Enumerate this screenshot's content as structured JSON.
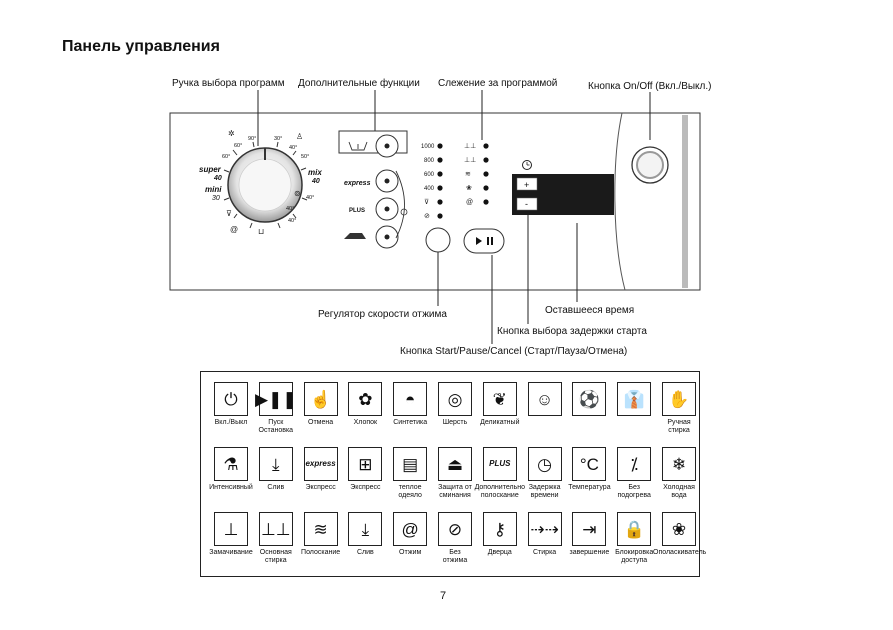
{
  "page_title": "Панель управления",
  "callouts": {
    "program_knob": "Ручка выбора программ",
    "extra_functions": "Дополнительные функции",
    "program_tracking": "Слежение за программой",
    "onoff_button": "Кнопка On/Off (Вкл./Выкл.)",
    "spin_regulator": "Регулятор скорости отжима",
    "remaining_time": "Оставшееся время",
    "delay_button": "Кнопка выбора задержки старта",
    "start_button": "Кнопка Start/Pause/Cancel (Старт/Пауза/Отмена)"
  },
  "dial": {
    "temps": [
      "60°",
      "90°",
      "30°",
      "40°",
      "50°",
      "60°",
      "40°",
      "40°",
      "40°"
    ],
    "super": "super",
    "super_temp": "40",
    "mini": "mini",
    "mini_temp": "30",
    "mix": "mix",
    "mix_temp": "40"
  },
  "express_label": "express",
  "plus_label": "PLUS",
  "spin_speeds": [
    "1000",
    "800",
    "600",
    "400"
  ],
  "display": {
    "plus": "+",
    "minus": "-"
  },
  "legend": {
    "rows": [
      [
        {
          "label": "Вкл./Выкл",
          "icon": "power-icon",
          "glyph": "⏻"
        },
        {
          "label": "Пуск\nОстановка",
          "icon": "play-pause-icon",
          "glyph": "▶❚❚"
        },
        {
          "label": "Отмена",
          "icon": "hand-icon",
          "glyph": "☝"
        },
        {
          "label": "Хлопок",
          "icon": "cotton-flower-icon",
          "glyph": "✿"
        },
        {
          "label": "Синтетика",
          "icon": "synthetics-bag-icon",
          "glyph": "◓"
        },
        {
          "label": "Шерсть",
          "icon": "wool-ball-icon",
          "glyph": "◎"
        },
        {
          "label": "Деликатный",
          "icon": "feather-icon",
          "glyph": "❦"
        },
        {
          "label": "",
          "icon": "baby-icon",
          "glyph": "☺"
        },
        {
          "label": "",
          "icon": "sport-shirt-icon",
          "glyph": "⚽"
        },
        {
          "label": "",
          "icon": "shirt-icon",
          "glyph": "👔"
        },
        {
          "label": "Ручная\nстирка",
          "icon": "hand-wash-icon",
          "glyph": "✋"
        }
      ],
      [
        {
          "label": "Интенсивный",
          "icon": "intensive-wash-icon",
          "glyph": "⚗"
        },
        {
          "label": "Слив",
          "icon": "drain-icon",
          "glyph": "⤓"
        },
        {
          "label": "Экспресс",
          "icon": "express-icon",
          "glyph": "express"
        },
        {
          "label": "Экспресс",
          "icon": "express-shirt-icon",
          "glyph": "⊞"
        },
        {
          "label": "теплое\nодеяло",
          "icon": "blanket-icon",
          "glyph": "▤"
        },
        {
          "label": "Защита от\nсминания",
          "icon": "iron-icon",
          "glyph": "⏏"
        },
        {
          "label": "Дополнительно\nполоскание",
          "icon": "plus-rinse-icon",
          "glyph": "PLUS"
        },
        {
          "label": "Задержка\nвремени",
          "icon": "clock-icon",
          "glyph": "◷"
        },
        {
          "label": "Температура",
          "icon": "celsius-icon",
          "glyph": "°C"
        },
        {
          "label": "Без\nподогрева",
          "icon": "no-heating-icon",
          "glyph": "⁒"
        },
        {
          "label": "Холодная\nвода",
          "icon": "snowflake-icon",
          "glyph": "❄"
        }
      ],
      [
        {
          "label": "Замачивание",
          "icon": "soak-icon",
          "glyph": "⊥"
        },
        {
          "label": "Основная\nстирка",
          "icon": "main-wash-icon",
          "glyph": "⊥⊥"
        },
        {
          "label": "Полоскание",
          "icon": "rinse-icon",
          "glyph": "≋"
        },
        {
          "label": "Слив",
          "icon": "drain-basin-icon",
          "glyph": "⤓"
        },
        {
          "label": "Отжим",
          "icon": "spin-icon",
          "glyph": "@"
        },
        {
          "label": "Без\nотжима",
          "icon": "no-spin-icon",
          "glyph": "⊘"
        },
        {
          "label": "Дверца",
          "icon": "key-icon",
          "glyph": "⚷"
        },
        {
          "label": "Стирка",
          "icon": "wash-stages-icon",
          "glyph": "⇢⇢"
        },
        {
          "label": "завершение",
          "icon": "end-icon",
          "glyph": "⇥"
        },
        {
          "label": "Блокировка\nдоступа",
          "icon": "lock-icon",
          "glyph": "🔒"
        },
        {
          "label": "Ополаскиватель",
          "icon": "softener-flower-icon",
          "glyph": "❀"
        }
      ]
    ]
  },
  "page_number": "7"
}
